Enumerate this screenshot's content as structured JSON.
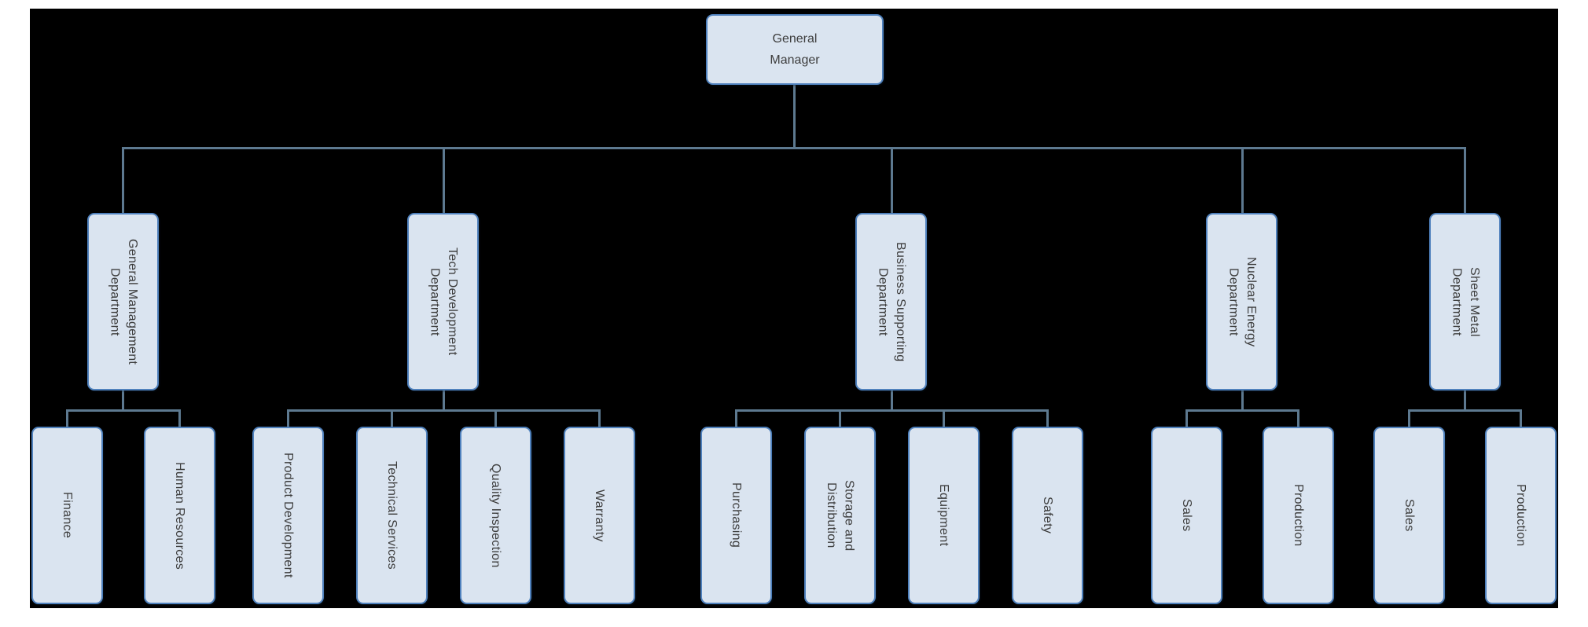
{
  "colors": {
    "node_fill": "#dae4f0",
    "node_border": "#4f81bd",
    "connector": "#5d7990",
    "canvas_bg": "#000000",
    "page_bg": "#ffffff",
    "text": "#3d3d3d"
  },
  "org": {
    "root": {
      "label": "General\nManager"
    },
    "departments": [
      {
        "label": "General Management\nDepartment",
        "children": [
          {
            "label": "Finance"
          },
          {
            "label": "Human Resources"
          }
        ]
      },
      {
        "label": "Tech Development\nDepartment",
        "children": [
          {
            "label": "Product Development"
          },
          {
            "label": "Technical Services"
          },
          {
            "label": "Quality Inspection"
          },
          {
            "label": "Warranty"
          }
        ]
      },
      {
        "label": "Business Supporting\nDepartment",
        "children": [
          {
            "label": "Purchasing"
          },
          {
            "label": "Storage and\nDistribution"
          },
          {
            "label": "Equipment"
          },
          {
            "label": "Safety"
          }
        ]
      },
      {
        "label": "Nuclear Energy\nDepartment",
        "children": [
          {
            "label": "Sales"
          },
          {
            "label": "Production"
          }
        ]
      },
      {
        "label": "Sheet Metal\nDepartment",
        "children": [
          {
            "label": "Sales"
          },
          {
            "label": "Production"
          }
        ]
      }
    ]
  }
}
